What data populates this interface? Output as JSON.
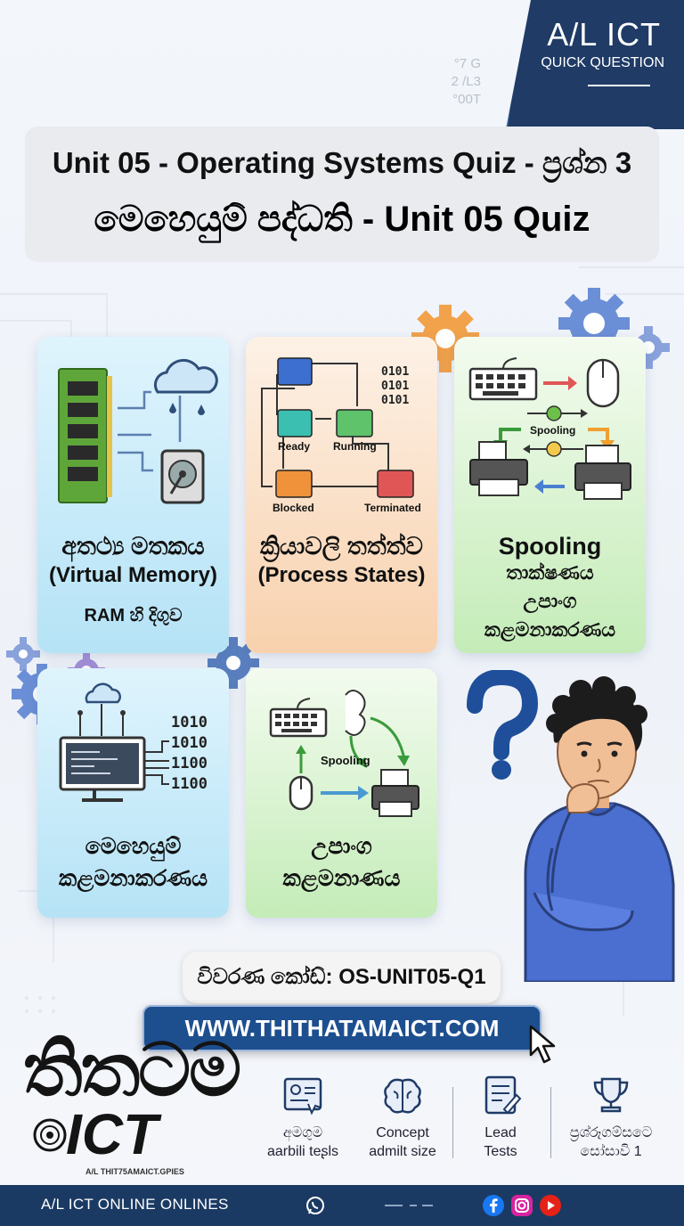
{
  "corner": {
    "title": "A/L ICT",
    "subtitle": "QUICK QUESTION",
    "faint_lines": [
      "°7 G",
      "2 /L3",
      "°00T"
    ]
  },
  "heading": {
    "line1": "Unit 05 - Operating Systems Quiz - ප්‍රශ්න 3",
    "line2": "මෙහෙයුම් පද්ධති - Unit 05 Quiz"
  },
  "cards": {
    "virtual_memory": {
      "title_si": "අතථ්‍ය මතකය",
      "title_en": "(Virtual Memory)",
      "subtitle": "RAM හි දිගුව"
    },
    "process_states": {
      "title_si": "ක්‍රියාවලි තත්ත්ව",
      "title_en": "(Process States)",
      "binary": [
        "0101",
        "0101",
        "0101"
      ],
      "states": {
        "ready": "Ready",
        "running": "Running",
        "blocked": "Blocked",
        "terminated": "Terminated"
      }
    },
    "spooling": {
      "title_en": "Spooling",
      "line2": "තාක්ෂණය",
      "line3": "උපාංග",
      "line4": "කළමනාකරණය",
      "diagram_label": "Spooling"
    },
    "memory_mgmt": {
      "line1": "මෙහෙයුම්",
      "line2": "කළමනාකරණය",
      "binary": [
        "1010",
        "1010",
        "1100",
        "1100"
      ]
    },
    "device_mgmt": {
      "line1": "උපාංග",
      "line2": "කළමනාණය",
      "diagram_label": "Spooling"
    }
  },
  "code": "විවරණ කෝඩ්: OS-UNIT05-Q1",
  "url": "WWW.THITHATAMAICT.COM",
  "logo": {
    "main": "තිතටම",
    "ict": "ICT",
    "sub": "A/L THIT75AMAICT.GPIES"
  },
  "features": [
    {
      "line1": "අමගුම",
      "line2": "aarbili teʂls"
    },
    {
      "line1": "Concept",
      "line2": "admilt size"
    },
    {
      "line1": "Lead",
      "line2": "Tests"
    },
    {
      "line1": "ප්‍රශ්රූගම්සටෙ",
      "line2": "සෝසාවි 1"
    }
  ],
  "footer": {
    "text": "A/L ICT ONLINE ONLINES"
  },
  "colors": {
    "navy": "#1b3a63",
    "url_blue": "#1d4f8f",
    "card_blue": "#b5e3f6",
    "card_orange": "#f8d1ad",
    "card_green": "#c4ecb8",
    "hoodie": "#4a6fd1"
  },
  "icons": [
    "gear-icon",
    "question-mark-icon",
    "whatsapp-icon",
    "facebook-icon",
    "instagram-icon",
    "youtube-icon",
    "cursor-icon",
    "trophy-icon",
    "brain-icon",
    "clipboard-icon",
    "id-card-icon"
  ]
}
